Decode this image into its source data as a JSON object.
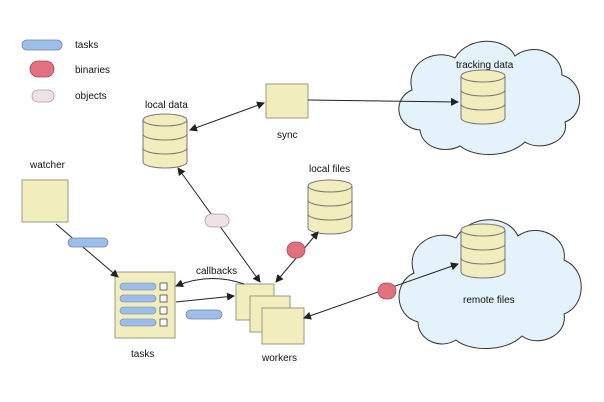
{
  "legend": {
    "tasks": "tasks",
    "binaries": "binaries",
    "objects": "objects"
  },
  "labels": {
    "local_data": "local data",
    "sync": "sync",
    "tracking_data": "tracking data",
    "watcher": "watcher",
    "local_files": "local files",
    "callbacks": "callbacks",
    "remote_files": "remote files",
    "tasks": "tasks",
    "workers": "workers"
  },
  "colors": {
    "box_fill": "#f1edbd",
    "box_stroke": "#9a9a82",
    "cloud_fill": "#e4f3fb",
    "cloud_stroke": "#333333",
    "task_pill": "#9fbde9",
    "binary_pill": "#e3707f",
    "object_pill": "#efe2e6",
    "arrow": "#222222"
  }
}
